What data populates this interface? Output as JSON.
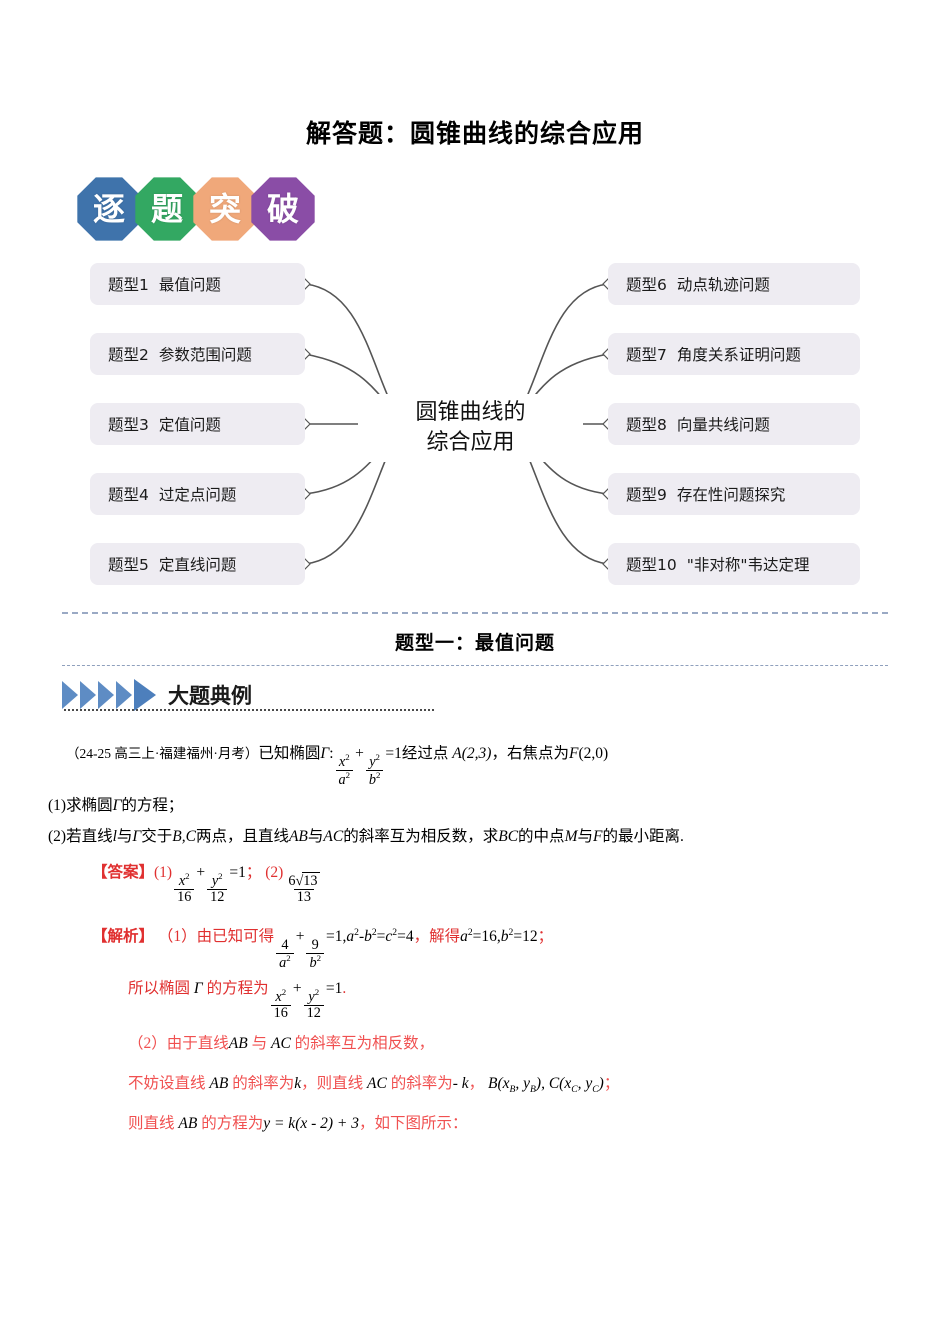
{
  "document": {
    "title": "解答题：圆锥曲线的综合应用"
  },
  "logo": {
    "chars": [
      "逐",
      "题",
      "突",
      "破"
    ],
    "colors": [
      "#3f73ab",
      "#33a862",
      "#f0a87a",
      "#8a4da6"
    ]
  },
  "mindmap": {
    "center": {
      "line1": "圆锥曲线的",
      "line2": "综合应用"
    },
    "left_items": [
      {
        "num": "题型1",
        "label": "最值问题"
      },
      {
        "num": "题型2",
        "label": "参数范围问题"
      },
      {
        "num": "题型3",
        "label": "定值问题"
      },
      {
        "num": "题型4",
        "label": "过定点问题"
      },
      {
        "num": "题型5",
        "label": "定直线问题"
      }
    ],
    "right_items": [
      {
        "num": "题型6",
        "label": "动点轨迹问题"
      },
      {
        "num": "题型7",
        "label": "角度关系证明问题"
      },
      {
        "num": "题型8",
        "label": "向量共线问题"
      },
      {
        "num": "题型9",
        "label": "存在性问题探究"
      },
      {
        "num": "题型10",
        "label": "\"非对称\"韦达定理"
      }
    ],
    "box_color": "#eeecf2",
    "connector_color": "#555555"
  },
  "section": {
    "heading": "题型一：最值问题",
    "example_label": "大题典例",
    "chevron_color": "#5e8cc4"
  },
  "problem": {
    "source": "（24-25 高三上·福建福州·月考）",
    "stem_lead": "已知椭圆",
    "gamma": "Γ",
    "colon": ":",
    "x_sym": "x",
    "y_sym": "y",
    "a_sym": "a",
    "b_sym": "b",
    "eq_one": "=1",
    "stem_mid": "经过点",
    "point_A": "A(2,3)",
    "comma": "，",
    "stem_tail": "右焦点为",
    "point_F": "F",
    "focus_coords": "(2,0)",
    "q1": "(1)求椭圆",
    "q1_tail": "的方程；",
    "q2_a": "(2)若直线",
    "q2_l": "l",
    "q2_b": "与",
    "q2_c": "交于",
    "q2_BC": "B,C",
    "q2_d": "两点，且直线",
    "q2_AB": "AB",
    "q2_e": "与",
    "q2_AC": "AC",
    "q2_f": "的斜率互为相反数，求",
    "q2_BC2": "BC",
    "q2_g": "的中点",
    "q2_M": "M",
    "q2_h": "与",
    "q2_F": "F",
    "q2_i": "的最小距离."
  },
  "answer": {
    "label": "【答案】",
    "part1_tag": "(1)",
    "part1_num_x": "x",
    "part1_den_16": "16",
    "part1_num_y": "y",
    "part1_den_12": "12",
    "part1_eq": "=1",
    "semicolon": "；",
    "part2_tag": "(2)",
    "part2_num": "6",
    "part2_radicand": "13",
    "part2_den": "13"
  },
  "analysis": {
    "label": "【解析】",
    "l1_tag": "（1）",
    "l1_a": "由已知可得",
    "l1_f1_num": "4",
    "l1_f1_den": "a",
    "l1_f2_num": "9",
    "l1_f2_den": "b",
    "l1_mid": "=1,",
    "l1_rel_a": "a",
    "l1_minus": "-",
    "l1_rel_b": "b",
    "l1_eqc": "=",
    "l1_c": "c",
    "l1_eq4": "=4",
    "l1_comma": "，",
    "l1_solve": "解得",
    "l1_res_a": "a",
    "l1_res_a_val": "=16,",
    "l1_res_b": "b",
    "l1_res_b_val": "=12",
    "l1_end": "；",
    "l2_a": "所以椭圆",
    "l2_gamma": "Γ",
    "l2_b": "的方程为",
    "l2_x": "x",
    "l2_d16": "16",
    "l2_y": "y",
    "l2_d12": "12",
    "l2_eq": "=1",
    "l2_period": ".",
    "l3_tag": "（2）",
    "l3_a": "由于直线",
    "l3_AB": "AB",
    "l3_b": "与",
    "l3_AC": "AC",
    "l3_c": "的斜率互为相反数，",
    "l4_a": "不妨设直线",
    "l4_AB": "AB",
    "l4_b": "的斜率为",
    "l4_k": "k",
    "l4_c": "，则直线",
    "l4_AC": "AC",
    "l4_d": "的斜率为",
    "l4_negk": "- k",
    "l4_e": "，",
    "l4_pts": "B(x",
    "l4_subB1": "B",
    "l4_pts2": ", y",
    "l4_subB2": "B",
    "l4_pts3": "), C(x",
    "l4_subC1": "C",
    "l4_pts4": ", y",
    "l4_subC2": "C",
    "l4_pts5": ")",
    "l4_f": "；",
    "l5_a": "则直线",
    "l5_AB": "AB",
    "l5_b": "的方程为",
    "l5_eq": "y = k(x - 2) + 3",
    "l5_c": "，如下图所示："
  },
  "colors": {
    "red": "#e03030",
    "accent_blue": "#5e8cc4",
    "dash_blue": "#9aa9c4"
  }
}
